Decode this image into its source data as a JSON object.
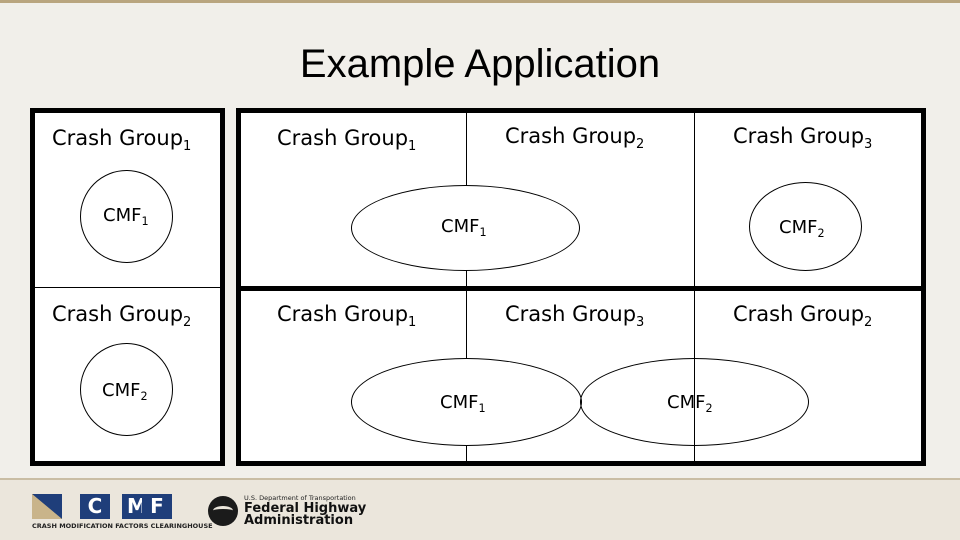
{
  "title": "Example Application",
  "crash_group_label": "Crash Group",
  "cmf_label": "CMF",
  "left_panel": {
    "top": {
      "group": "1",
      "cmf": "1"
    },
    "bottom": {
      "group": "2",
      "cmf": "2"
    }
  },
  "right_panel": {
    "top_row": {
      "groups": [
        "1",
        "2",
        "3"
      ],
      "cmf_a": "1",
      "cmf_b": "2"
    },
    "bottom_row": {
      "groups": [
        "1",
        "3",
        "2"
      ],
      "cmf_a": "1",
      "cmf_b": "2"
    }
  },
  "footer": {
    "cmf_letters": [
      "C",
      "M",
      "F"
    ],
    "cmf_tagline": "CRASH MODIFICATION FACTORS CLEARINGHOUSE",
    "fhwa_dept": "U.S. Department of Transportation",
    "fhwa_line1": "Federal Highway",
    "fhwa_line2": "Administration"
  },
  "colors": {
    "accent": "#b9a57f",
    "logo_blue": "#1f3e7a",
    "logo_tan": "#b9a57f",
    "background": "#f1efea"
  }
}
